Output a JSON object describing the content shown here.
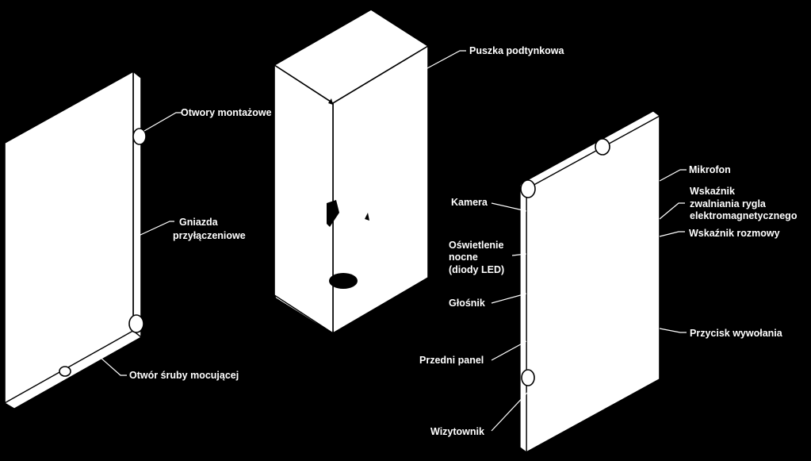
{
  "labels": {
    "puszka": "Puszka podtynkowa",
    "otwory": "Otwory montażowe",
    "gniazda_1": "Gniazda",
    "gniazda_2": "przyłączeniowe",
    "otwor_sruby": "Otwór śruby mocującej",
    "mikrofon": "Mikrofon",
    "kamera": "Kamera",
    "wskaznik_rygla_1": "Wskaźnik",
    "wskaznik_rygla_2": "zwalniania rygla",
    "wskaznik_rygla_3": "elektromagnetycznego",
    "wskaznik_rozmowy": "Wskaźnik rozmowy",
    "oswietlenie_1": "Oświetlenie",
    "oswietlenie_2": "nocne",
    "oswietlenie_3": "(diody LED)",
    "glosnik": "Głośnik",
    "przycisk": "Przycisk wywołania",
    "przedni_panel": "Przedni panel",
    "wizytownik": "Wizytownik"
  }
}
